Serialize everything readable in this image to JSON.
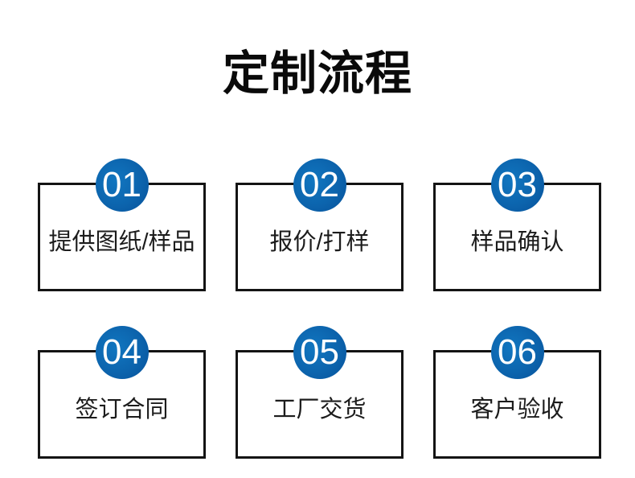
{
  "title": "定制流程",
  "steps": [
    {
      "number": "01",
      "label": "提供图纸/样品"
    },
    {
      "number": "02",
      "label": "报价/打样"
    },
    {
      "number": "03",
      "label": "样品确认"
    },
    {
      "number": "04",
      "label": "签订合同"
    },
    {
      "number": "05",
      "label": "工厂交货"
    },
    {
      "number": "06",
      "label": "客户验收"
    }
  ],
  "colors": {
    "badge_blue_highlight": "#1176c0",
    "badge_blue_mid": "#0c64ad",
    "badge_blue_dark": "#07519a",
    "box_border": "#141414",
    "title_text": "#0a0a0a",
    "label_text": "#1c1c1c",
    "background": "#ffffff"
  }
}
